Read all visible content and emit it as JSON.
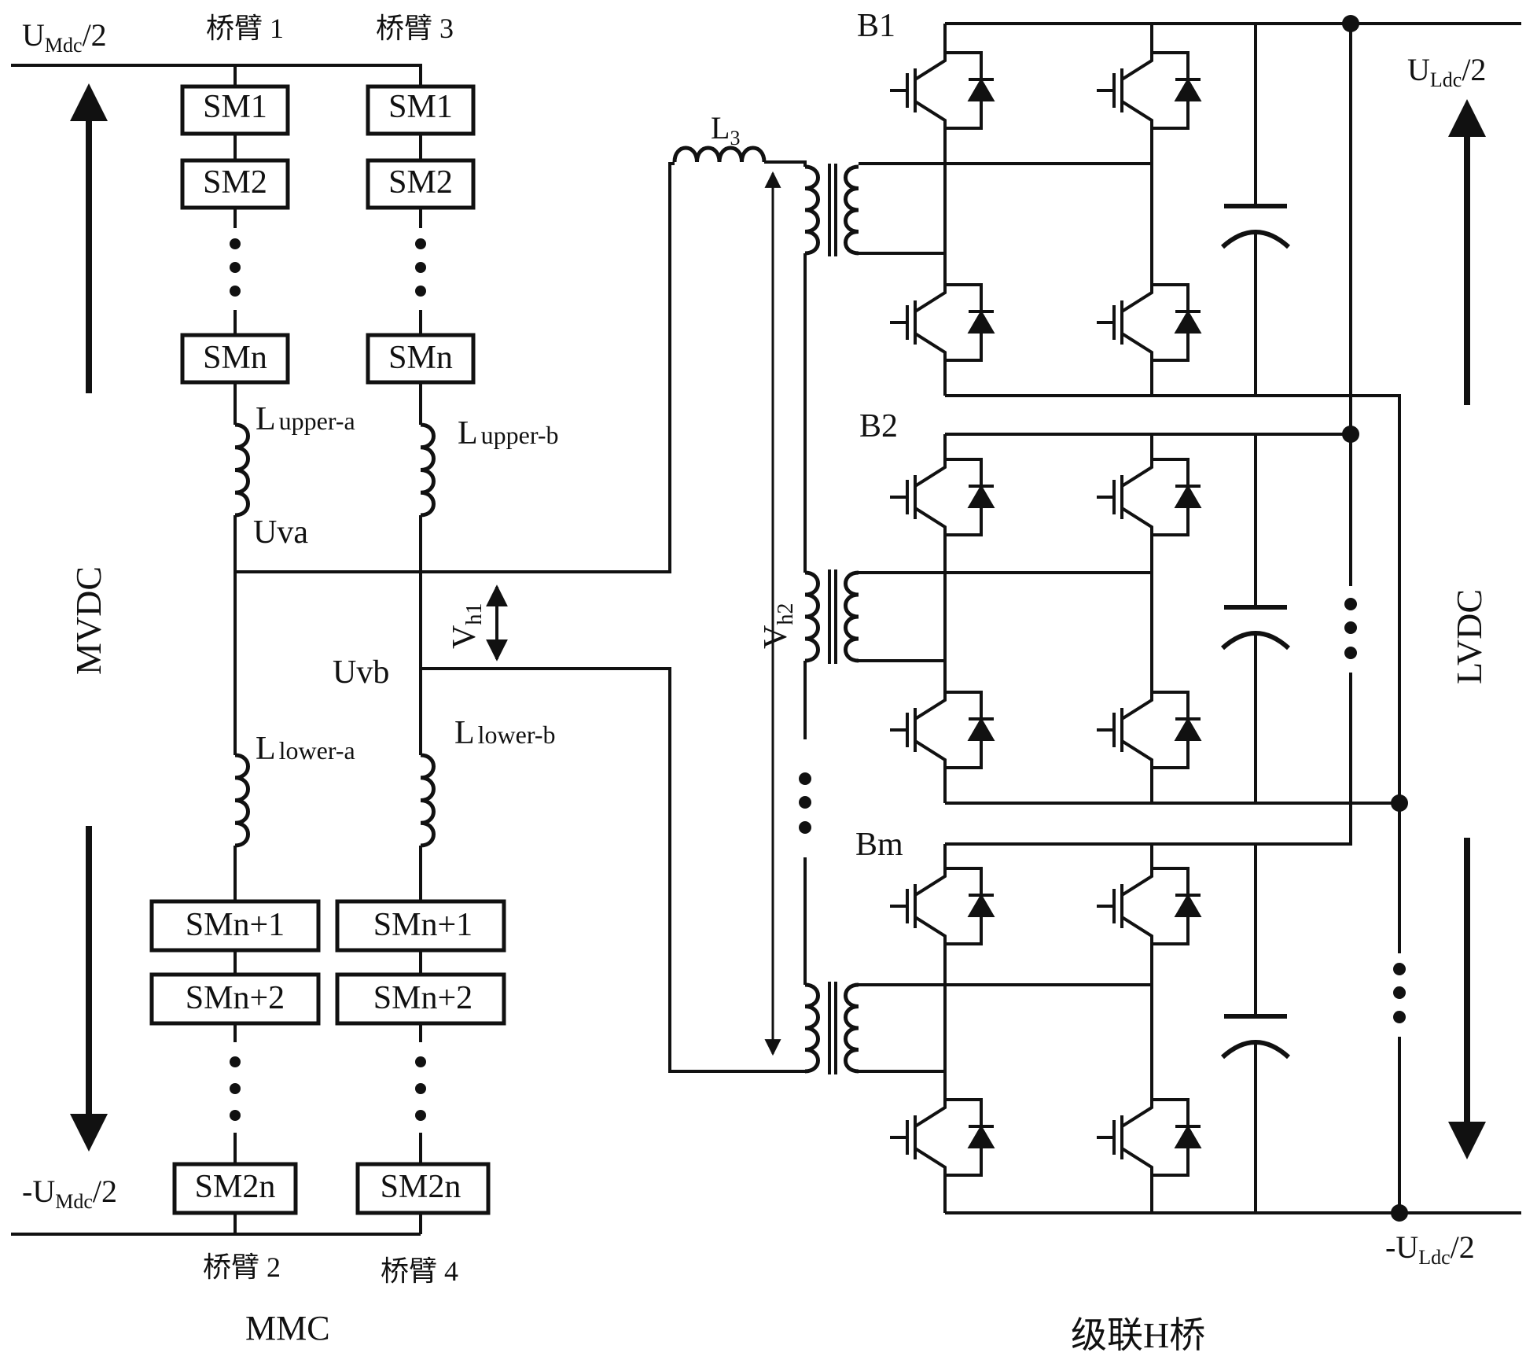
{
  "mmc": {
    "top_voltage": {
      "base": "U",
      "sub": "Mdc",
      "tail": "/2"
    },
    "bottom_voltage": {
      "base": "-U",
      "sub": "Mdc",
      "tail": "/2"
    },
    "arm1_label": "桥臂 1",
    "arm3_label": "桥臂 3",
    "arm2_label": "桥臂 2",
    "arm4_label": "桥臂 4",
    "upper_modules": [
      "SM1",
      "SM2",
      "SMn"
    ],
    "lower_modules": [
      "SMn+1",
      "SMn+2",
      "SM2n"
    ],
    "ind_upper_a": {
      "base": "L",
      "sub": "upper-a"
    },
    "ind_upper_b": {
      "base": "L",
      "sub": "upper-b"
    },
    "ind_lower_a": {
      "base": "L",
      "sub": "lower-a"
    },
    "ind_lower_b": {
      "base": "L",
      "sub": "lower-b"
    },
    "node_a": "Uva",
    "node_b": "Uvb",
    "vh1": {
      "base": "V",
      "sub": "h1"
    },
    "side_label": "MVDC",
    "caption": "MMC"
  },
  "link": {
    "inductor": {
      "base": "L",
      "sub": "3"
    },
    "vh2": {
      "base": "V",
      "sub": "h2"
    }
  },
  "chb": {
    "modules": [
      "B1",
      "B2",
      "Bm"
    ],
    "top_voltage": {
      "base": "U",
      "sub": "Ldc",
      "tail": "/2"
    },
    "bottom_voltage": {
      "base": "-U",
      "sub": "Ldc",
      "tail": "/2"
    },
    "side_label": "LVDC",
    "caption": "级联H桥"
  }
}
